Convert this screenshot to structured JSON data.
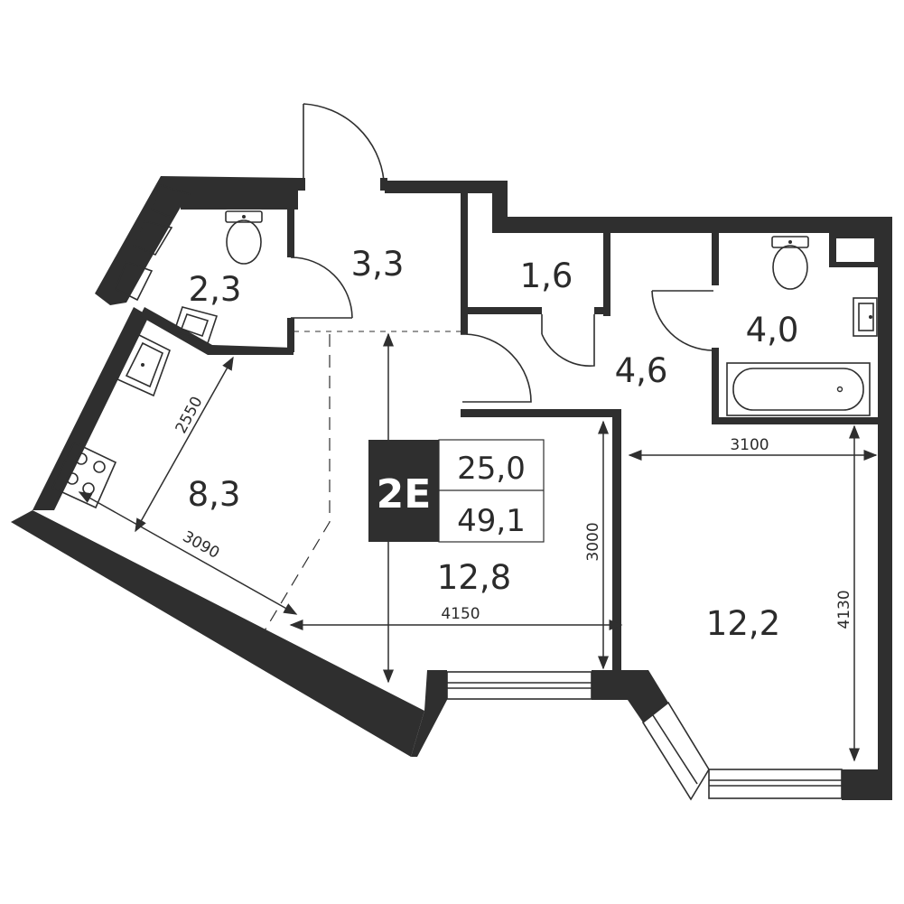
{
  "rooms": [
    {
      "id": "bathroom-small",
      "area": "2,3"
    },
    {
      "id": "hall",
      "area": "3,3"
    },
    {
      "id": "storage",
      "area": "1,6"
    },
    {
      "id": "bathroom",
      "area": "4,0"
    },
    {
      "id": "corridor",
      "area": "4,6"
    },
    {
      "id": "kitchen",
      "area": "8,3"
    },
    {
      "id": "living",
      "area": "12,8"
    },
    {
      "id": "bedroom",
      "area": "12,2"
    }
  ],
  "badge": {
    "type": "2E",
    "living_area": "25,0",
    "total_area": "49,1"
  },
  "dimensions": {
    "d2550": "2550",
    "d3090": "3090",
    "d4150": "4150",
    "d3000": "3000",
    "d3100": "3100",
    "d4130": "4130"
  },
  "colors": {
    "wall": "#2f2f2f",
    "background": "#ffffff"
  }
}
